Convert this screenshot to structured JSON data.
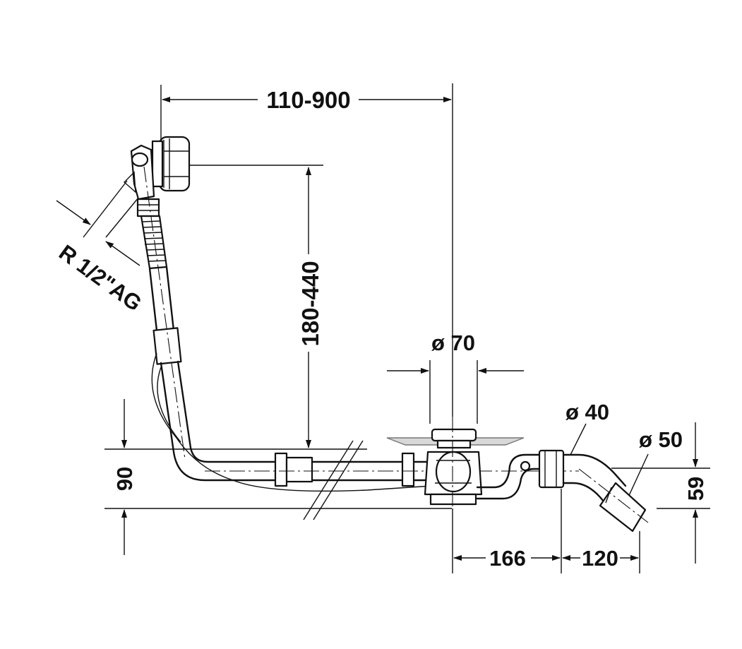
{
  "drawing": {
    "title": "",
    "dimensions": {
      "overall_length": "110-900",
      "overflow_height": "180-440",
      "thread": "R 1/2\"AG",
      "drain_diameter": "ø 70",
      "outlet_diameter_40": "ø 40",
      "outlet_diameter_50": "ø 50",
      "height_90": "90",
      "height_59": "59",
      "offset_166": "166",
      "offset_120": "120"
    }
  }
}
